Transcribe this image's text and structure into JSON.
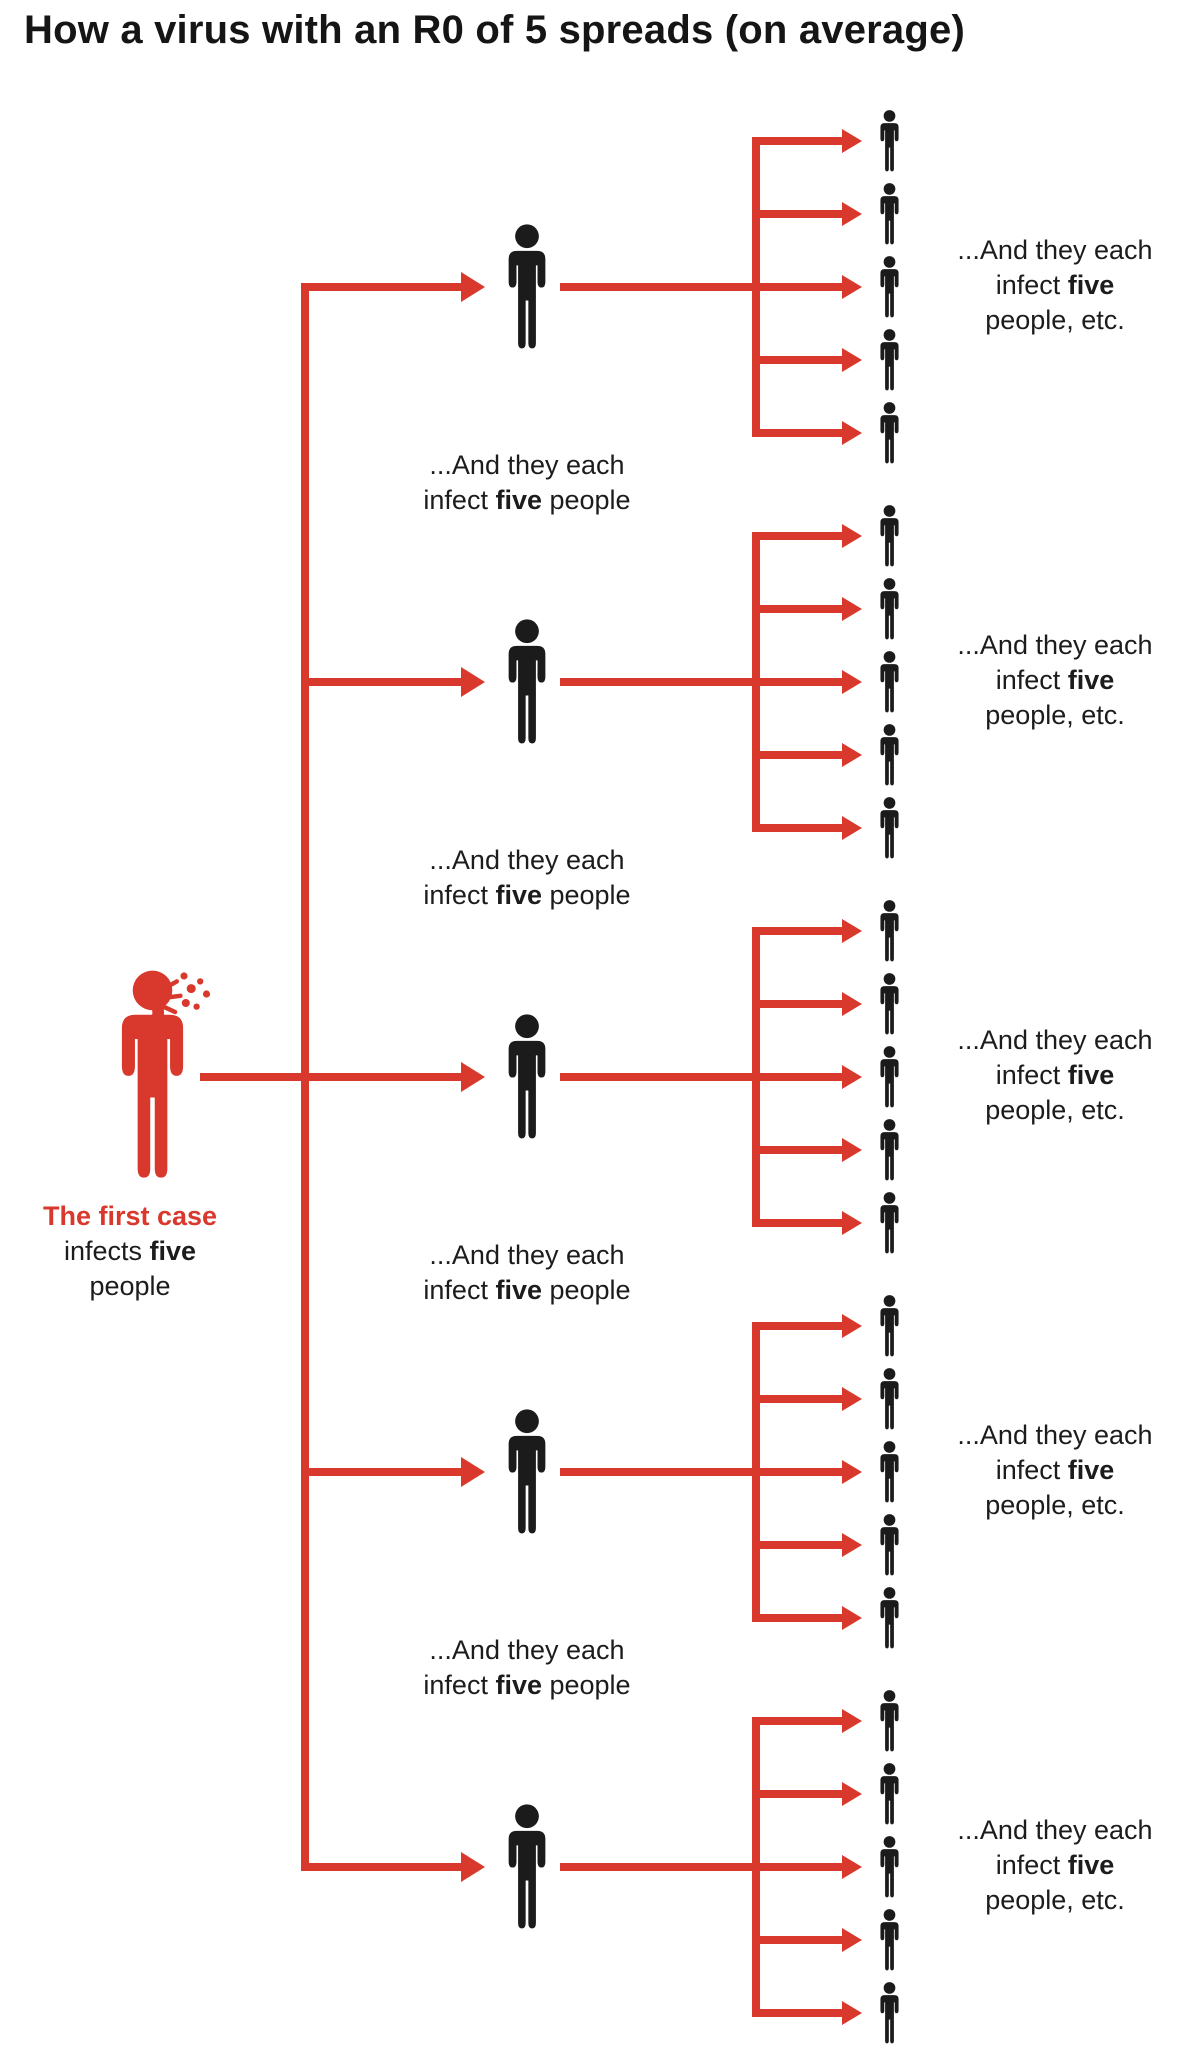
{
  "title": "How a virus with an R0 of 5 spreads (on average)",
  "colors": {
    "red": "#d8392c",
    "dark": "#1b1b1b"
  },
  "first_case": {
    "line1": "The first case",
    "line2_pre": "infects ",
    "line2_bold": "five",
    "line3": "people"
  },
  "mid_label": {
    "line1": "...And they each",
    "line2_pre": "infect ",
    "line2_bold": "five",
    "line2_post": " people"
  },
  "side_label": {
    "line1": "...And they each",
    "line2_pre": "infect ",
    "line2_bold": "five",
    "line3": "people, etc."
  },
  "generations": {
    "r0": 5,
    "first_case_count": 1,
    "second_generation_count": 5,
    "third_generation_per_branch": 5
  }
}
